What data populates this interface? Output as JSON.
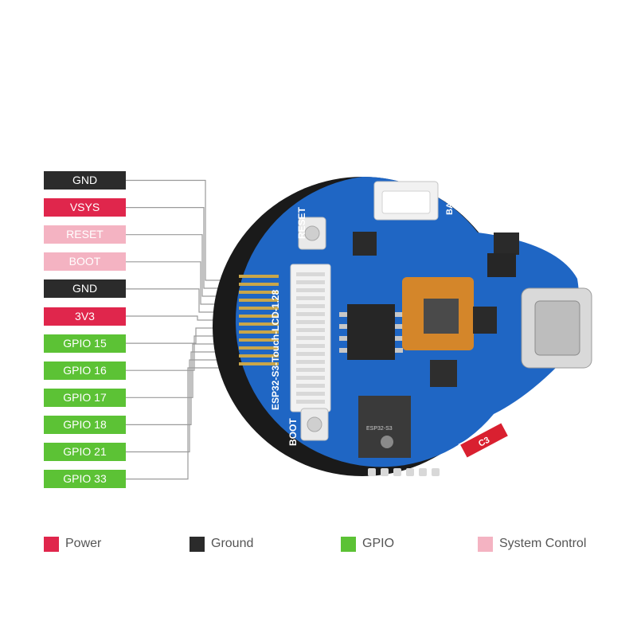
{
  "colors": {
    "power": "#e0264c",
    "ground": "#2b2b2b",
    "gpio": "#5cc235",
    "system_control": "#f4b3c2",
    "pcb": "#1f66c4",
    "pcb_dark": "#0f3f8c",
    "wire": "#9a9a9a"
  },
  "pins": [
    {
      "label": "GND",
      "type": "ground"
    },
    {
      "label": "VSYS",
      "type": "power"
    },
    {
      "label": "RESET",
      "type": "system_control"
    },
    {
      "label": "BOOT",
      "type": "system_control"
    },
    {
      "label": "GND",
      "type": "ground"
    },
    {
      "label": "3V3",
      "type": "power"
    },
    {
      "label": "GPIO 15",
      "type": "gpio"
    },
    {
      "label": "GPIO 16",
      "type": "gpio"
    },
    {
      "label": "GPIO 17",
      "type": "gpio"
    },
    {
      "label": "GPIO 18",
      "type": "gpio"
    },
    {
      "label": "GPIO 21",
      "type": "gpio"
    },
    {
      "label": "GPIO 33",
      "type": "gpio"
    }
  ],
  "legend": [
    {
      "label": "Power",
      "type": "power"
    },
    {
      "label": "Ground",
      "type": "ground"
    },
    {
      "label": "GPIO",
      "type": "gpio"
    },
    {
      "label": "System Control",
      "type": "system_control"
    }
  ],
  "board": {
    "model_text": "ESP32-S3-Touch-LCD-1.28",
    "reset_label": "RESET",
    "boot_label": "BOOT",
    "bat_label": "BAT",
    "bat_plus": "+",
    "bat_minus": "−",
    "c3_label": "C3",
    "chip_text": "ESP32-S3"
  }
}
